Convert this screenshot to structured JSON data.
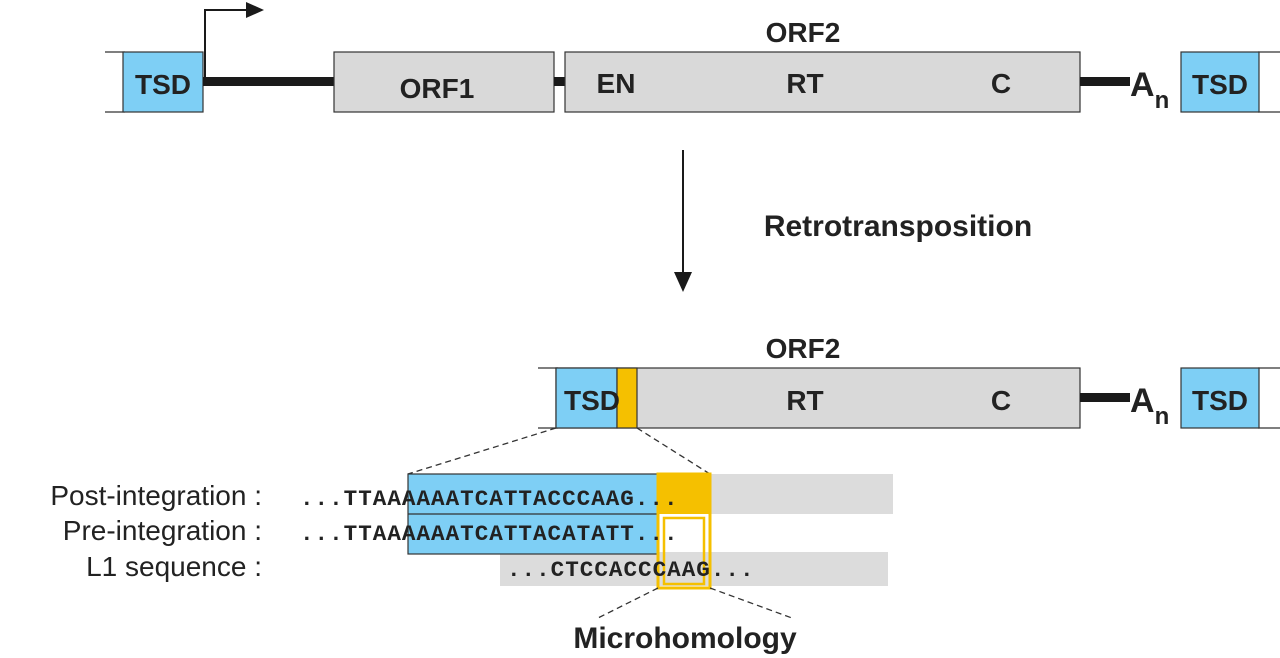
{
  "top": {
    "tsd_left": "TSD",
    "orf1": "ORF1",
    "orf2_title": "ORF2",
    "en": "EN",
    "rt": "RT",
    "c": "C",
    "polya_base": "A",
    "polya_sub": "n",
    "tsd_right": "TSD"
  },
  "arrow_label": "Retrotransposition",
  "bottom": {
    "orf2_title": "ORF2",
    "tsd": "TSD",
    "rt": "RT",
    "c": "C",
    "polya_base": "A",
    "polya_sub": "n",
    "tsd_right": "TSD"
  },
  "rows": [
    {
      "label": "Post-integration :",
      "prefix": "...TT",
      "tsd_seq": "AAAAAATCATT",
      "micro": "AC",
      "suffix": "CCAAG..."
    },
    {
      "label": "Pre-integration :",
      "prefix": "...TT",
      "tsd_seq": "AAAAAATCATT",
      "micro": "AC",
      "suffix": "ATATT..."
    },
    {
      "label": "L1 sequence :",
      "prefix": "...CTCC",
      "tsd_seq": "",
      "micro": "AC",
      "suffix": "CCAAG..."
    }
  ],
  "microhomology_label": "Microhomology",
  "colors": {
    "tsd_blue": "#7ecff5",
    "micro_yellow": "#f5c000",
    "box_gray": "#d9d9d9",
    "line_dark": "#1a1a1a"
  }
}
